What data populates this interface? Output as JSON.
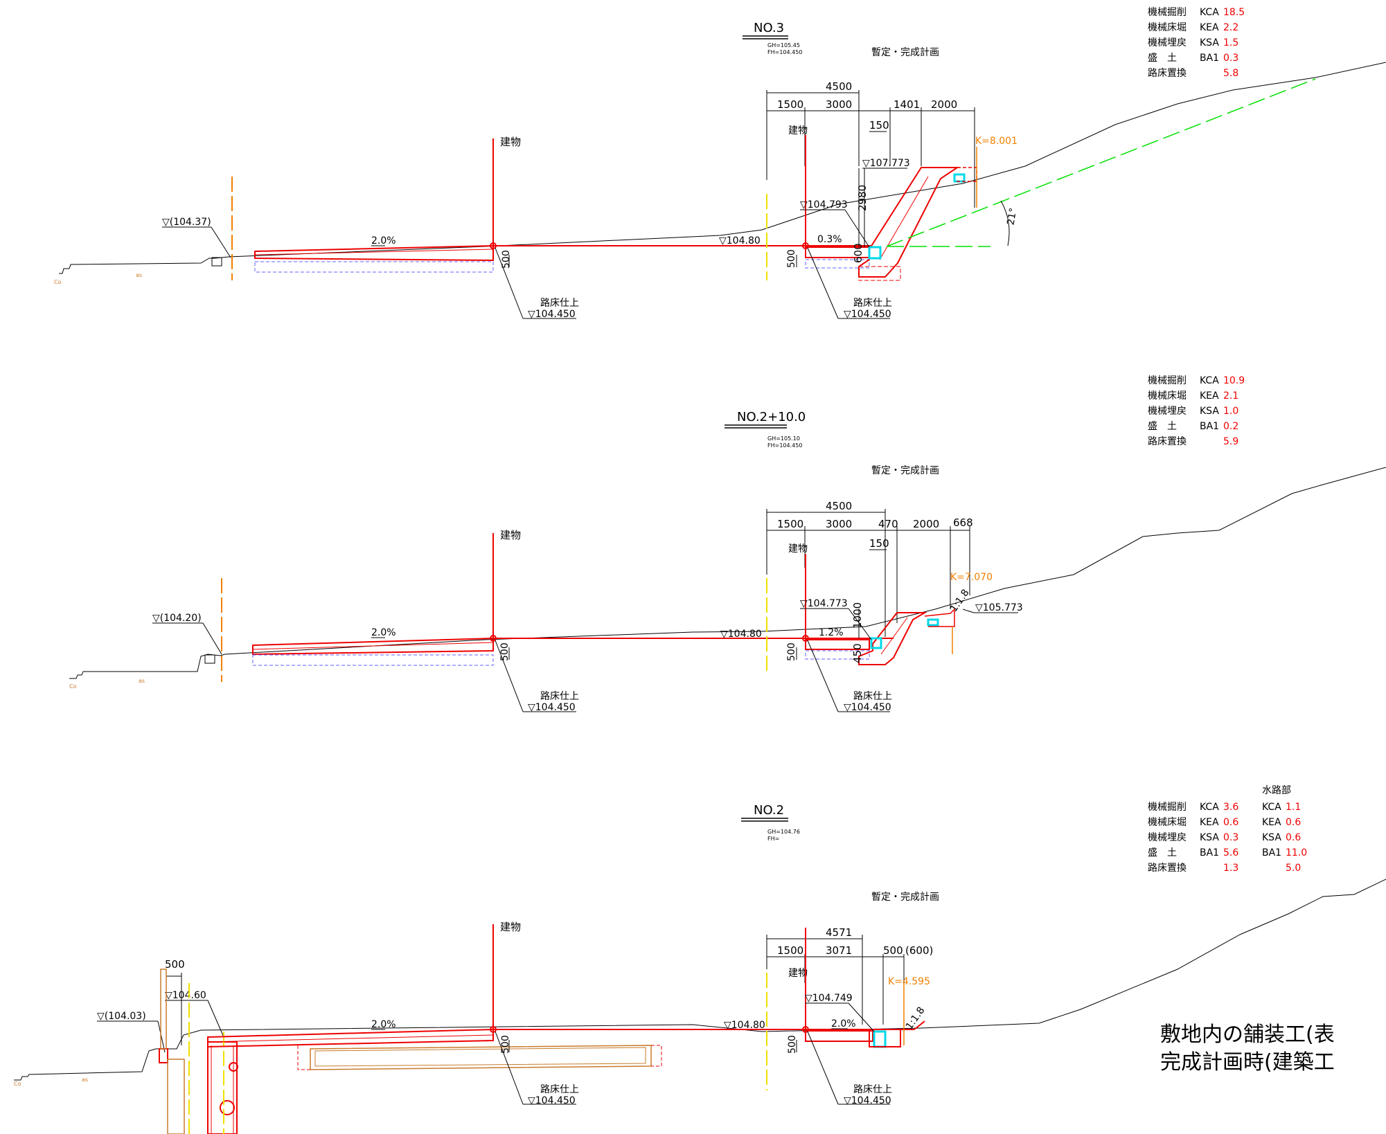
{
  "sections": [
    {
      "title": "NO.3",
      "gh": "GH=105.45",
      "fh": "FH=104.450",
      "plan": "暫定・完成計画",
      "building": "建物",
      "left_level": "▽(104.37)",
      "road_level": "▽104.80",
      "slope_left": "2.0%",
      "slope_right": "0.3%",
      "subgrade_label": "路床仕上",
      "subgrade_level": "▽104.450",
      "depth": "500",
      "dims": {
        "total": "4500",
        "a": "1500",
        "b": "3000",
        "c": "1401",
        "d": "2000",
        "e": "150",
        "h": "2980",
        "f": "600"
      },
      "levels": {
        "curb": "▽104.793",
        "top": "▽107.773"
      },
      "k_label": "K=8.001",
      "angle": "21°",
      "quantities": [
        {
          "name": "機械掘削",
          "code": "KCA",
          "value": "18.5"
        },
        {
          "name": "機械床堀",
          "code": "KEA",
          "value": "2.2"
        },
        {
          "name": "機械埋戻",
          "code": "KSA",
          "value": "1.5"
        },
        {
          "name": "盛　土",
          "code": "BA1",
          "value": "0.3"
        },
        {
          "name": "路床置換",
          "code": "",
          "value": "5.8"
        }
      ]
    },
    {
      "title": "NO.2+10.0",
      "gh": "GH=105.10",
      "fh": "FH=104.450",
      "plan": "暫定・完成計画",
      "building": "建物",
      "left_level": "▽(104.20)",
      "road_level": "▽104.80",
      "slope_left": "2.0%",
      "slope_right": "1.2%",
      "subgrade_label": "路床仕上",
      "subgrade_level": "▽104.450",
      "depth": "500",
      "dims": {
        "total": "4500",
        "a": "1500",
        "b": "3000",
        "c": "470",
        "d": "2000",
        "g": "668",
        "e": "150",
        "h": "1000",
        "f": "450"
      },
      "levels": {
        "curb": "▽104.773",
        "top": "▽105.773"
      },
      "k_label": "K=7.070",
      "slope_ratio": "1:1.8",
      "quantities": [
        {
          "name": "機械掘削",
          "code": "KCA",
          "value": "10.9"
        },
        {
          "name": "機械床堀",
          "code": "KEA",
          "value": "2.1"
        },
        {
          "name": "機械埋戻",
          "code": "KSA",
          "value": "1.0"
        },
        {
          "name": "盛　土",
          "code": "BA1",
          "value": "0.2"
        },
        {
          "name": "路床置換",
          "code": "",
          "value": "5.9"
        }
      ]
    },
    {
      "title": "NO.2",
      "gh": "GH=104.76",
      "fh": "FH=",
      "plan": "暫定・完成計画",
      "building": "建物",
      "left_level": "▽(104.03)",
      "left_level2": "▽104.60",
      "left_dim": "500",
      "road_level": "▽104.80",
      "slope_left": "2.0%",
      "slope_right": "2.0%",
      "subgrade_label": "路床仕上",
      "subgrade_level": "▽104.450",
      "depth": "500",
      "dims": {
        "total": "4571",
        "a": "1500",
        "b": "3071",
        "c": "500",
        "c2": "(600)"
      },
      "levels": {
        "curb": "▽104.749"
      },
      "k_label": "K=4.595",
      "slope_ratio": "1:1.8",
      "waterway_header": "水路部",
      "quantities": [
        {
          "name": "機械掘削",
          "code": "KCA",
          "value": "3.6",
          "code2": "KCA",
          "value2": "1.1"
        },
        {
          "name": "機械床堀",
          "code": "KEA",
          "value": "0.6",
          "code2": "KEA",
          "value2": "0.6"
        },
        {
          "name": "機械埋戻",
          "code": "KSA",
          "value": "0.3",
          "code2": "KSA",
          "value2": "0.6"
        },
        {
          "name": "盛　土",
          "code": "BA1",
          "value": "5.6",
          "code2": "BA1",
          "value2": "11.0"
        },
        {
          "name": "路床置換",
          "code": "",
          "value": "1.3",
          "code2": "",
          "value2": "5.0"
        }
      ]
    }
  ],
  "small_labels": {
    "co": "Co",
    "as": "as"
  },
  "note": {
    "line1": "敷地内の舗装工(表",
    "line2": "完成計画時(建築工"
  },
  "colors": {
    "ground": "#000000",
    "design": "#e00000",
    "centerline": "#f0e000",
    "structure": "#00d8e8",
    "slope": "#00e000",
    "boundary": "#f08000",
    "subbase": "#6060ff"
  }
}
